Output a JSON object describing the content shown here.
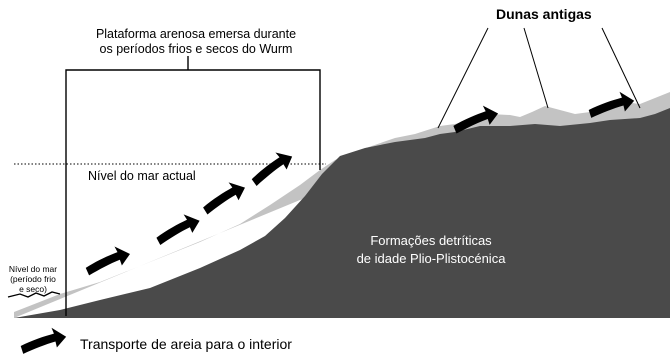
{
  "labels": {
    "platform_line1": "Plataforma arenosa emersa durante",
    "platform_line2": "os períodos frios e secos do Wurm",
    "dunes": "Dunas antigas",
    "sea_level_actual": "Nível do mar actual",
    "formations_line1": "Formações detríticas",
    "formations_line2": "de idade Plio-Plistocénica",
    "sea_level_cold_line1": "Nível do mar",
    "sea_level_cold_line2": "(período frio",
    "sea_level_cold_line3": "e seco)",
    "legend": "Transporte de areia para o interior"
  },
  "colors": {
    "bedrock": "#4a4a4a",
    "sand": "#c3c3c3",
    "lines": "#000000",
    "label_on_dark": "#ffffff"
  },
  "icons": {
    "arrow": "thick-curved-right-arrow"
  }
}
